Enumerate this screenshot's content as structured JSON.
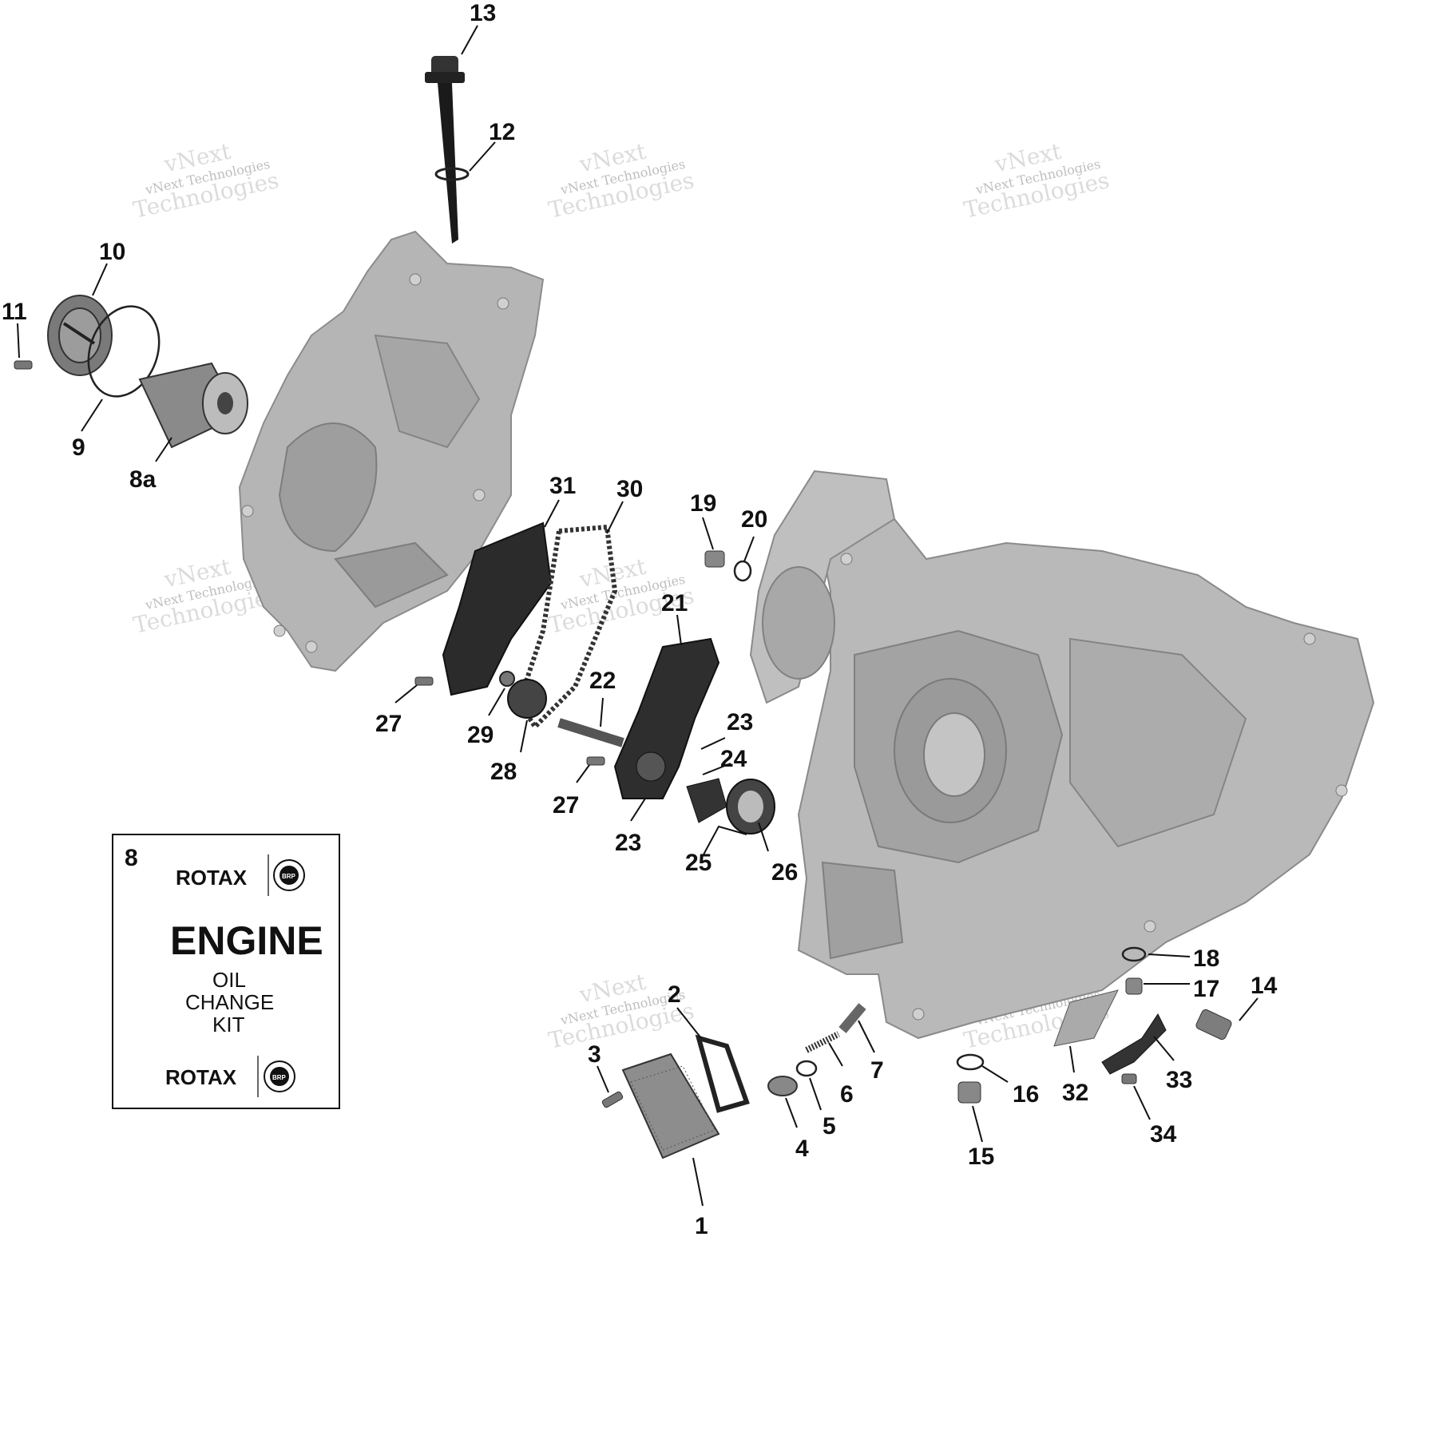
{
  "callouts": [
    {
      "id": "13",
      "text": "13"
    },
    {
      "id": "12",
      "text": "12"
    },
    {
      "id": "10",
      "text": "10"
    },
    {
      "id": "11",
      "text": "11"
    },
    {
      "id": "9",
      "text": "9"
    },
    {
      "id": "8a",
      "text": "8a"
    },
    {
      "id": "31",
      "text": "31"
    },
    {
      "id": "30",
      "text": "30"
    },
    {
      "id": "19",
      "text": "19"
    },
    {
      "id": "20",
      "text": "20"
    },
    {
      "id": "21",
      "text": "21"
    },
    {
      "id": "22",
      "text": "22"
    },
    {
      "id": "23a",
      "text": "23"
    },
    {
      "id": "24",
      "text": "24"
    },
    {
      "id": "27a",
      "text": "27"
    },
    {
      "id": "29",
      "text": "29"
    },
    {
      "id": "28",
      "text": "28"
    },
    {
      "id": "27b",
      "text": "27"
    },
    {
      "id": "23b",
      "text": "23"
    },
    {
      "id": "25",
      "text": "25"
    },
    {
      "id": "26",
      "text": "26"
    },
    {
      "id": "18",
      "text": "18"
    },
    {
      "id": "17",
      "text": "17"
    },
    {
      "id": "14",
      "text": "14"
    },
    {
      "id": "2",
      "text": "2"
    },
    {
      "id": "3",
      "text": "3"
    },
    {
      "id": "7",
      "text": "7"
    },
    {
      "id": "6",
      "text": "6"
    },
    {
      "id": "5",
      "text": "5"
    },
    {
      "id": "4",
      "text": "4"
    },
    {
      "id": "1",
      "text": "1"
    },
    {
      "id": "16",
      "text": "16"
    },
    {
      "id": "32",
      "text": "32"
    },
    {
      "id": "33",
      "text": "33"
    },
    {
      "id": "34",
      "text": "34"
    },
    {
      "id": "15",
      "text": "15"
    }
  ],
  "kit": {
    "number": "8",
    "brand_top": "ROTAX",
    "title": "ENGINE",
    "line1": "OIL",
    "line2": "CHANGE",
    "line3": "KIT",
    "brand_bottom": "ROTAX",
    "badge": "BRP"
  },
  "watermark": {
    "line1": "vNext Technologies",
    "line2": "Technologies",
    "line0": "vNext"
  }
}
